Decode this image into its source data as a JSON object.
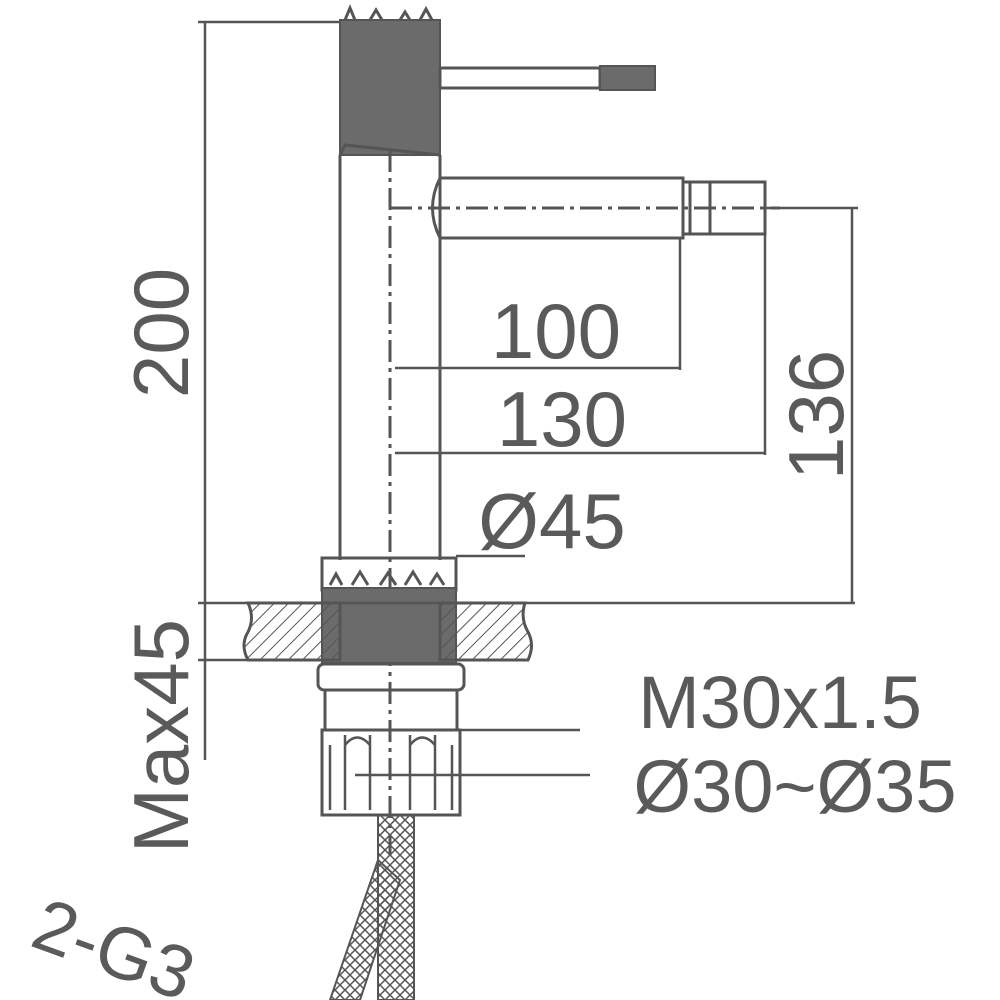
{
  "dimensions": {
    "total_height": "200",
    "spout_reach_to_end": "100",
    "spout_reach_total": "130",
    "spout_height": "136",
    "body_diameter": "Ø45",
    "deck_thickness": "Max45",
    "thread": "M30x1.5",
    "hole_range": "Ø30~Ø35",
    "hose_label": "2-G3"
  },
  "colors": {
    "line": "#555555",
    "fill": "#6b6b6b",
    "background": "#ffffff"
  }
}
